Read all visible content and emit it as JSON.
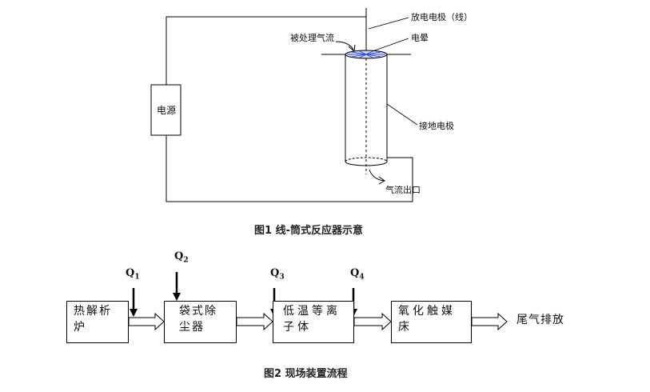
{
  "fig1": {
    "caption": "图1  线-筒式反应器示意",
    "power_label": "电源",
    "discharge_electrode_label": "放电电极（线）",
    "inlet_label": "被处理气流",
    "corona_label": "电晕",
    "ground_electrode_label": "接地电极",
    "outlet_label": "气流出口"
  },
  "fig2": {
    "caption": "图2  现场装置流程",
    "steps": [
      "热解析炉",
      "袋式除尘器",
      "低温等离子体",
      "氧化触媒床"
    ],
    "exhaust_label": "尾气排放",
    "q_labels": [
      {
        "base": "Q",
        "sub": "1"
      },
      {
        "base": "Q",
        "sub": "2"
      },
      {
        "base": "Q",
        "sub": "3"
      },
      {
        "base": "Q",
        "sub": "4"
      }
    ]
  }
}
